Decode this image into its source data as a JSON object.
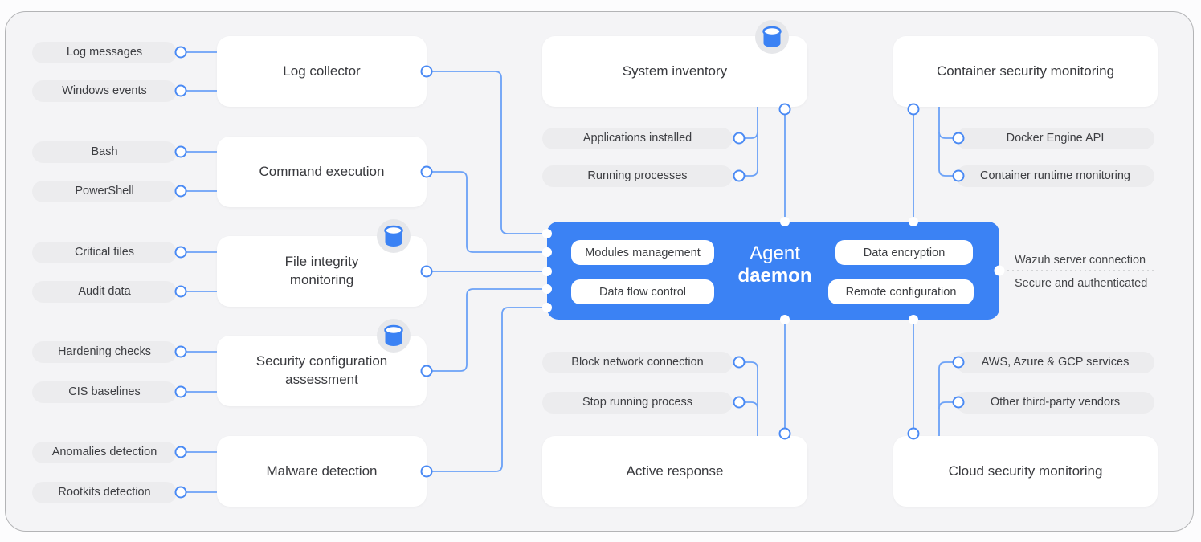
{
  "agent": {
    "line1": "Agent",
    "line2": "daemon",
    "pills": [
      "Modules management",
      "Data flow control",
      "Data encryption",
      "Remote configuration"
    ]
  },
  "left": [
    {
      "card": "Log collector",
      "db": false,
      "inputs": [
        "Log messages",
        "Windows events"
      ]
    },
    {
      "card": "Command execution",
      "db": false,
      "inputs": [
        "Bash",
        "PowerShell"
      ]
    },
    {
      "card": "File integrity monitoring",
      "db": true,
      "inputs": [
        "Critical files",
        "Audit data"
      ]
    },
    {
      "card": "Security configuration assessment",
      "db": true,
      "inputs": [
        "Hardening checks",
        "CIS baselines"
      ]
    },
    {
      "card": "Malware detection",
      "db": false,
      "inputs": [
        "Anomalies detection",
        "Rootkits detection"
      ]
    }
  ],
  "top_center": {
    "card": "System inventory",
    "db": true,
    "outputs": [
      "Applications installed",
      "Running processes"
    ]
  },
  "top_right": {
    "card": "Container security monitoring",
    "db": false,
    "outputs": [
      "Docker Engine API",
      "Container runtime monitoring"
    ]
  },
  "bottom_center": {
    "card": "Active response",
    "db": false,
    "outputs": [
      "Block network connection",
      "Stop running process"
    ]
  },
  "bottom_right": {
    "card": "Cloud security monitoring",
    "db": false,
    "outputs": [
      "AWS, Azure & GCP services",
      "Other third-party vendors"
    ]
  },
  "server": {
    "line1": "Wazuh server connection",
    "line2": "Secure and authenticated"
  },
  "icons": {
    "database": "database-icon"
  },
  "colors": {
    "accent": "#3b82f4",
    "connector": "#6ba1f7",
    "circle_stroke": "#4a8af4",
    "card_bg": "#ffffff",
    "pill_bg": "#ececee",
    "frame_bg": "#f4f4f6",
    "frame_border": "#b3b4b6",
    "text": "#3d3e42",
    "dotted_line": "#c8c9cc",
    "badge_bg": "#e6e7ea"
  }
}
